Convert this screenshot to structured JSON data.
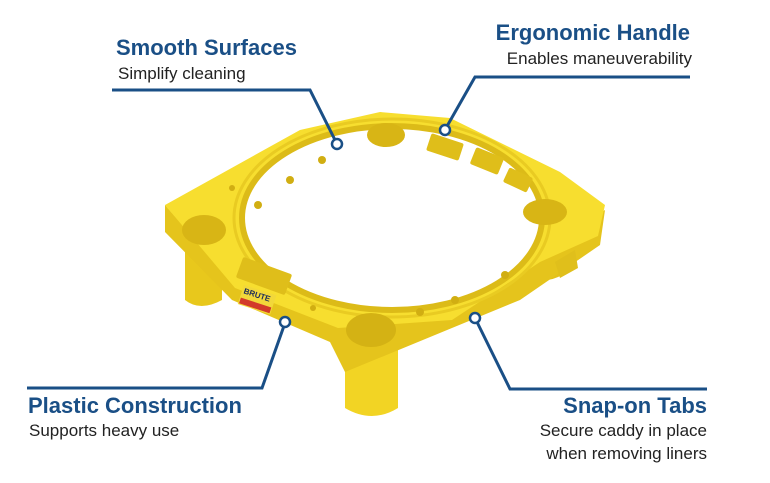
{
  "colors": {
    "accent": "#1a4f86",
    "product_yellow": "#f6dc2a",
    "text": "#222222"
  },
  "callouts": {
    "smooth_surfaces": {
      "title": "Smooth Surfaces",
      "description": "Simplify cleaning"
    },
    "ergonomic_handle": {
      "title": "Ergonomic Handle",
      "description": "Enables maneuverability"
    },
    "plastic_construction": {
      "title": "Plastic Construction",
      "description": "Supports heavy use"
    },
    "snap_on_tabs": {
      "title": "Snap-on Tabs",
      "description_line1": "Secure caddy in place",
      "description_line2": "when removing liners"
    }
  },
  "product": {
    "brand_label": "BRUTE"
  }
}
